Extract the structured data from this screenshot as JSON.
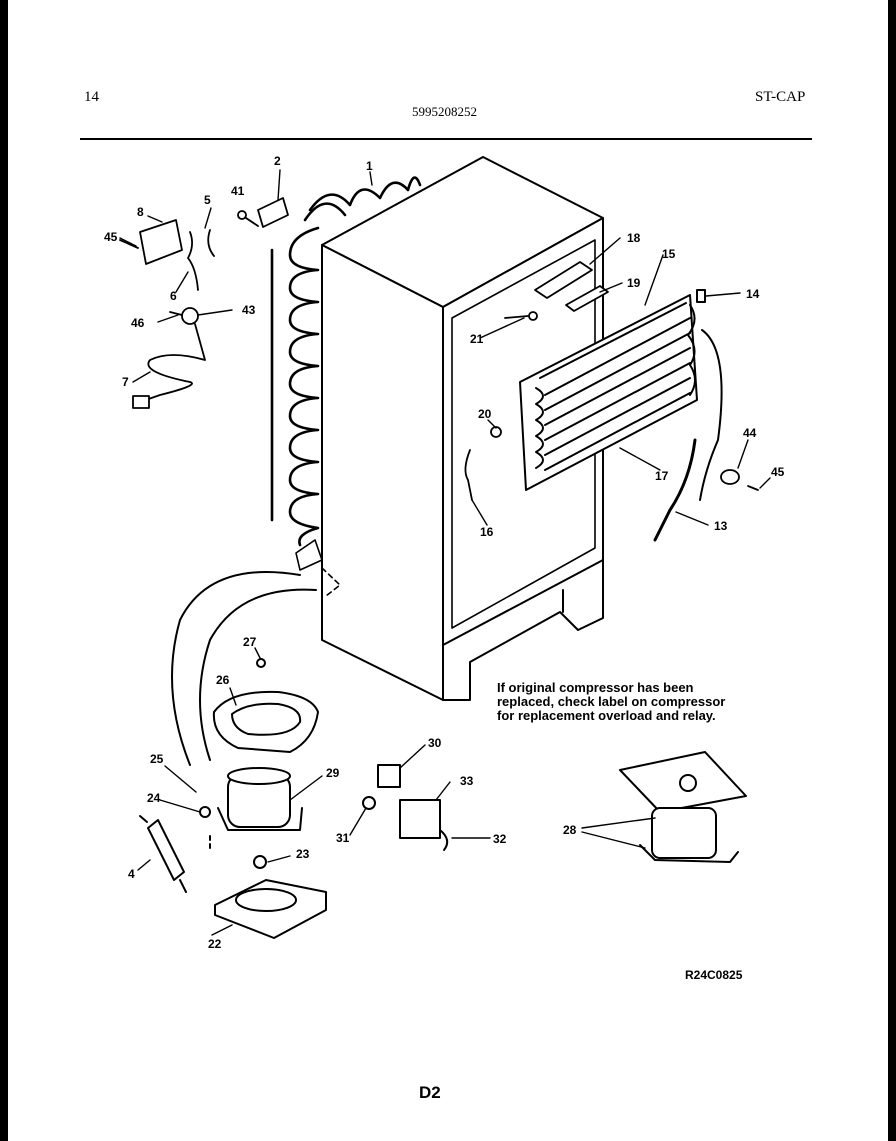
{
  "header": {
    "page_number": "14",
    "part_number": "5995208252",
    "model_code": "ST-CAP"
  },
  "diagram": {
    "callouts": [
      "1",
      "2",
      "4",
      "5",
      "6",
      "7",
      "8",
      "13",
      "14",
      "15",
      "16",
      "17",
      "18",
      "19",
      "20",
      "21",
      "22",
      "23",
      "24",
      "25",
      "26",
      "27",
      "28",
      "29",
      "30",
      "31",
      "32",
      "33",
      "41",
      "43",
      "44",
      "45",
      "45",
      "46"
    ],
    "note": "If original compressor has been replaced, check label on compressor for replacement overload and relay.",
    "drawing_code": "R24C0825"
  },
  "footer": {
    "page_code": "D2"
  }
}
